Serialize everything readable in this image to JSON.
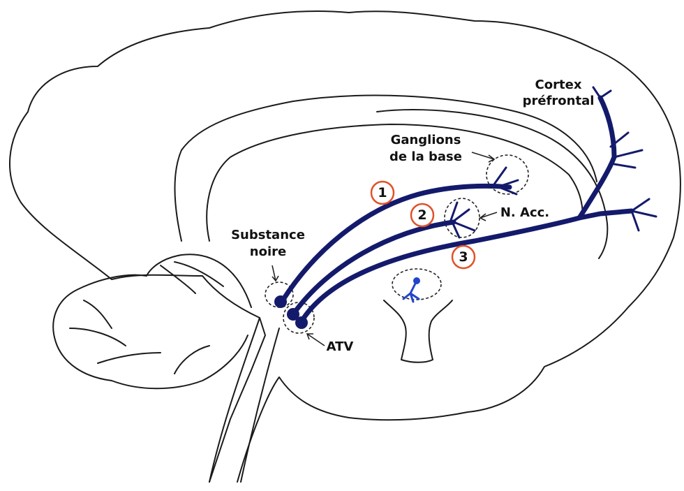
{
  "labels": {
    "cortex_line1": "Cortex",
    "cortex_line2": "préfrontal",
    "ganglions_line1": "Ganglions",
    "ganglions_line2": "de la base",
    "n_acc": "N. Acc.",
    "substance_line1": "Substance",
    "substance_line2": "noire",
    "atv": "ATV"
  },
  "badges": [
    "1",
    "2",
    "3"
  ],
  "colors": {
    "pathway": "#141a6b",
    "badge_ring": "#e0522a",
    "outline": "#1a1a1a",
    "small_neuron": "#2244cc"
  }
}
